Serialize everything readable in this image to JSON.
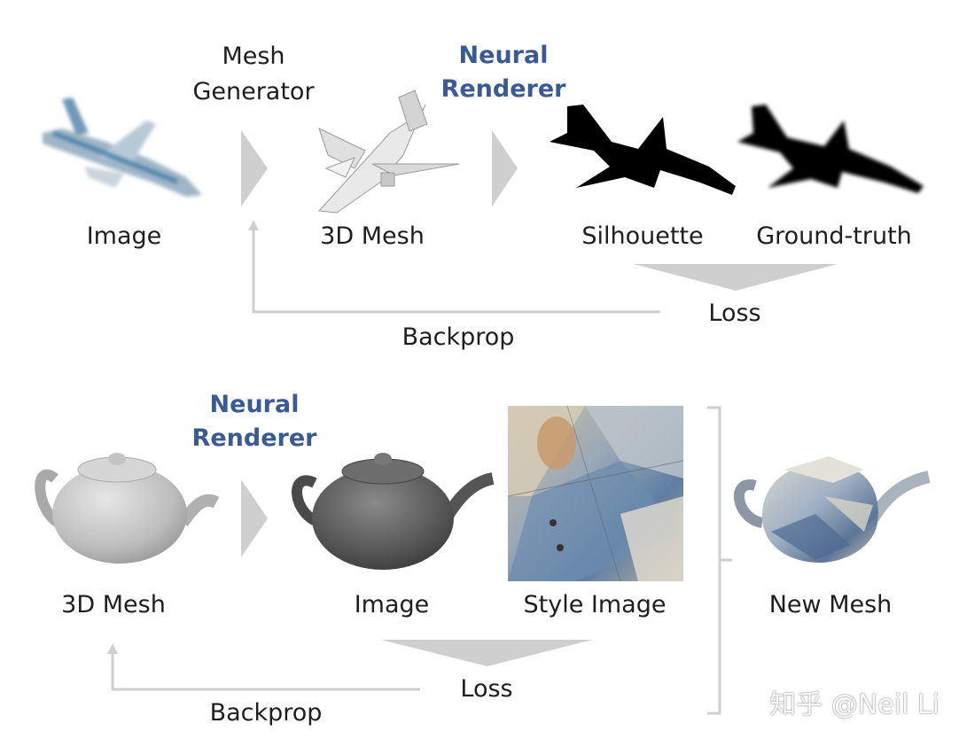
{
  "top": {
    "mesh_generator": [
      "Mesh",
      "Generator"
    ],
    "neural_renderer": [
      "Neural",
      "Renderer"
    ],
    "label_image": "Image",
    "label_3d_mesh": "3D Mesh",
    "label_silhouette": "Silhouette",
    "label_ground_truth": "Ground-truth",
    "label_loss": "Loss",
    "label_backprop": "Backprop"
  },
  "bottom": {
    "neural_renderer": [
      "Neural",
      "Renderer"
    ],
    "label_3d_mesh": "3D Mesh",
    "label_image": "Image",
    "label_style_image": "Style Image",
    "label_new_mesh": "New Mesh",
    "label_loss": "Loss",
    "label_backprop": "Backprop"
  },
  "watermark": "知乎 @Neil Li",
  "colors": {
    "accent": "#3a5a96",
    "arrow": "#cfcfcf",
    "text": "#1e1e1e"
  }
}
